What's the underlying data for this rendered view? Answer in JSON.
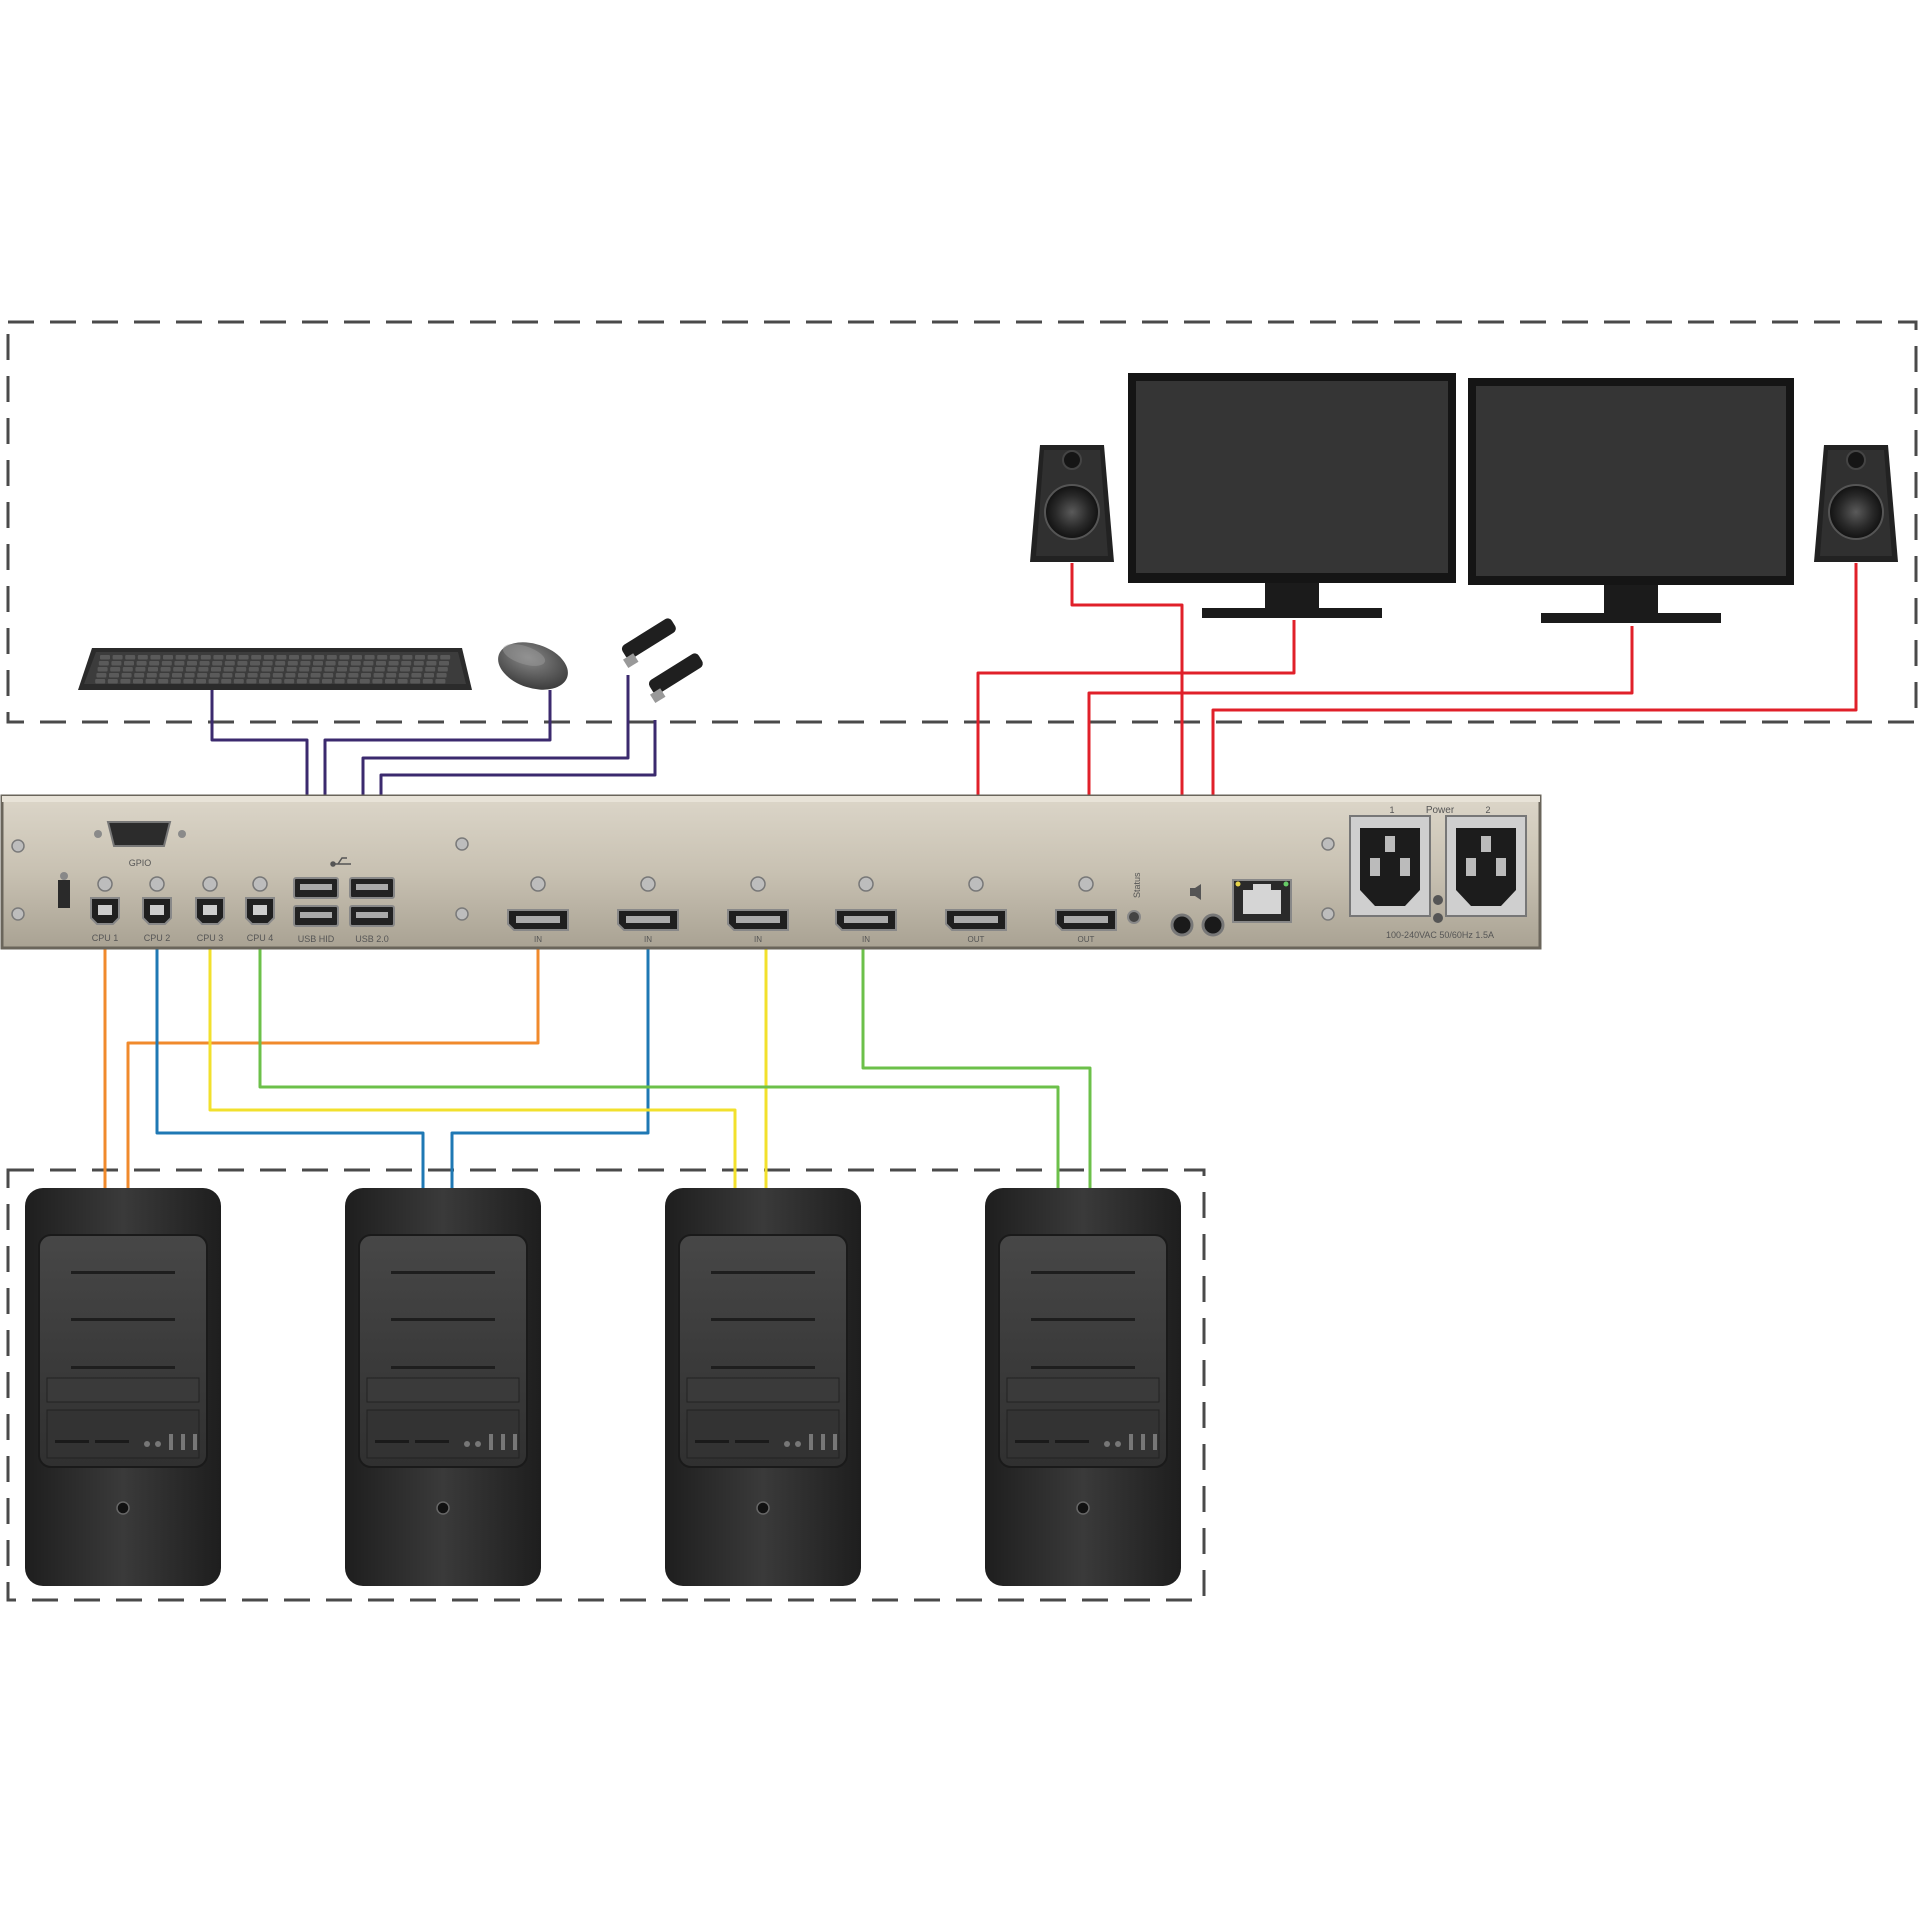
{
  "colors": {
    "background": "#ffffff",
    "dashed_border": "#4a4a4a",
    "cable_usb": "#3b2a6e",
    "cable_audio_video_out": "#e0202a",
    "cable_cpu1": "#f08a2c",
    "cable_cpu2": "#1f78b4",
    "cable_cpu3": "#f2e02c",
    "cable_cpu4": "#6cc04a",
    "chassis": "#c9c2b4",
    "device_dark": "#2b2b2b"
  },
  "kvm_labels": {
    "gpio": "GPIO",
    "cpu1": "CPU 1",
    "cpu2": "CPU 2",
    "cpu3": "CPU 3",
    "cpu4": "CPU 4",
    "usb_hid": "USB HID",
    "usb_20": "USB 2.0",
    "status": "Status",
    "out1": "OUT",
    "out2": "OUT",
    "power": "Power",
    "power_1": "1",
    "power_2": "2",
    "ac_rating": "100-240VAC 50/60Hz 1.5A",
    "dp_in_1": "IN",
    "dp_in_2": "IN",
    "dp_in_3": "IN",
    "dp_in_4": "IN"
  },
  "icons": [
    "keyboard-icon",
    "mouse-icon",
    "usb-drive-icon",
    "speaker-icon",
    "monitor-icon",
    "pc-tower-icon",
    "kvm-switch-icon",
    "usb-symbol-icon",
    "audio-icon",
    "rj45-port-icon",
    "power-inlet-icon"
  ]
}
